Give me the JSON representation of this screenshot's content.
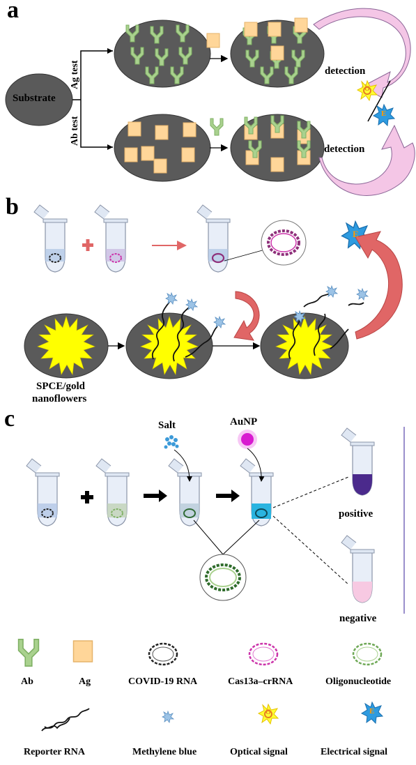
{
  "panel_a": {
    "letter": "a",
    "substrate": "Substrate",
    "ag_test": "Ag test",
    "ab_test": "Ab test",
    "detection_top": "detection",
    "detection_bottom": "detection",
    "optical_glyph": "O",
    "electrical_glyph": "E"
  },
  "panel_b": {
    "letter": "b",
    "electrode_label_line1": "SPCE/gold",
    "electrode_label_line2": "nanoflowers",
    "electrical_glyph": "E"
  },
  "panel_c": {
    "letter": "c",
    "salt_label": "Salt",
    "aunp_label": "AuNP",
    "positive_label": "positive",
    "negative_label": "negative"
  },
  "legend": {
    "ab": "Ab",
    "ag": "Ag",
    "covid_rna": "COVID-19 RNA",
    "cas13a": "Cas13a–crRNA",
    "oligo": "Oligonucleotide",
    "reporter_rna": "Reporter RNA",
    "methylene_blue": "Methylene blue",
    "optical_signal": "Optical signal",
    "electrical_signal": "Electrical signal",
    "optical_glyph": "O",
    "electrical_glyph": "E"
  },
  "colors": {
    "substrate_gray": "#5a5a5a",
    "ab_green": "#a9d18e",
    "ag_orange": "#ffd699",
    "arrow_pink": "#f4c6e6",
    "arrow_red": "#e06666",
    "gold_yellow": "#ffff00",
    "cas13a_magenta": "#cc33aa",
    "blue_signal": "#2e9be0",
    "tube_positive": "#4b2a8c",
    "tube_negative": "#f7c9e2",
    "aunp_magenta": "#d81bd0"
  }
}
